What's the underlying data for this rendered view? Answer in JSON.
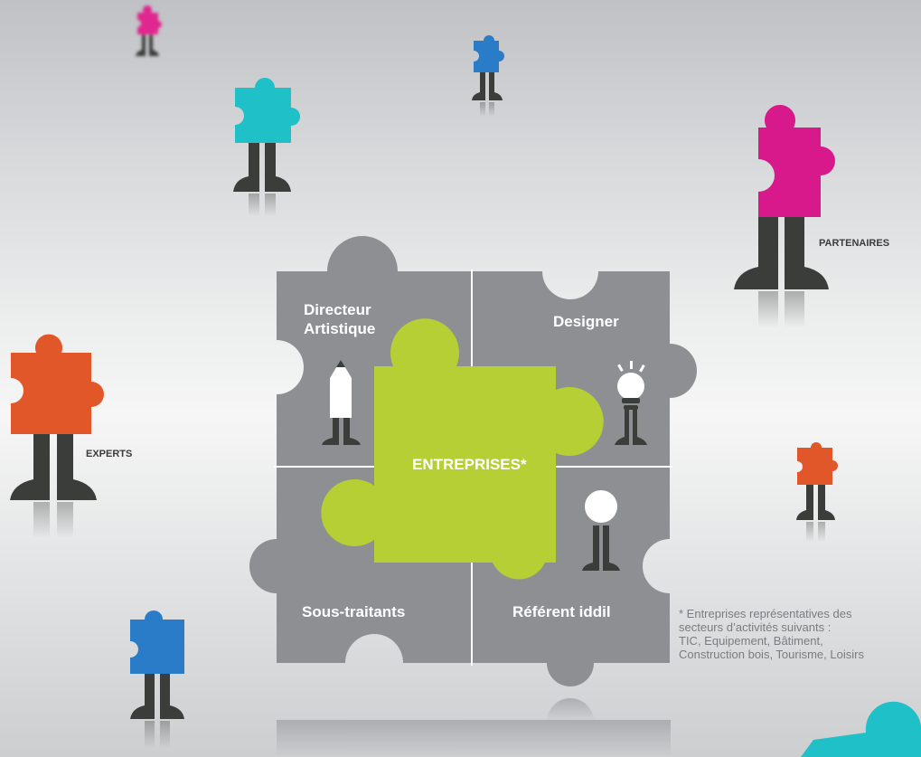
{
  "puzzle": {
    "top_left": "Directeur Artistique",
    "top_right": "Designer",
    "bottom_left": "Sous-traitants",
    "bottom_right": "Référent iddil",
    "center": "ENTREPRISES*"
  },
  "labels": {
    "partners": "PARTENAIRES",
    "experts": "EXPERTS"
  },
  "footnote": {
    "line1": "* Entreprises représentatives des",
    "line2": "secteurs d’activités suivants :",
    "line3": "TIC, Equipement, Bâtiment,",
    "line4": "Construction bois, Tourisme, Loisirs"
  },
  "colors": {
    "piece_grey": "#8e8f93",
    "center_green": "#b5cf34",
    "magenta": "#d8198c",
    "cyan": "#1fc0c8",
    "blue": "#2a7bc8",
    "orange": "#e2572a",
    "legs": "#3a3d3a"
  }
}
